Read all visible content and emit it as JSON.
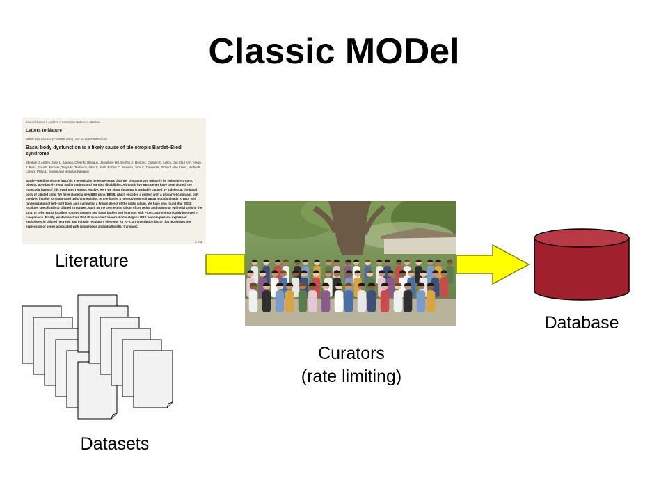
{
  "slide": {
    "title": "Classic MODel"
  },
  "labels": {
    "literature": "Literature",
    "datasets": "Datasets",
    "curators_line1": "Curators",
    "curators_line2": "(rate limiting)",
    "database": "Database"
  },
  "article": {
    "breadcrumbs": "Journal home > Archive > Letters to Nature > Abstract",
    "section": "Letters to Nature",
    "citation": "Nature 425, 628-633 (9 October 2003) | doi: 10.1038/nature02030",
    "title": "Basal body dysfunction is a likely cause of pleiotropic Bardet–Biedl syndrome",
    "authors": "Stephen J. Ansley, Jose L. Badano, Oliver E. Blacque, Josephine Hill, Bethan E. Hoskins, Carmen C. Leitch, Jun Chul Kim, Alison J. Ross, Erica R. Eichers, Tanya M. Teslovich, Allan K. Mah, Robert C. Johnsen, John C. Cavender, Richard Alan Lewis, Michel R. Leroux, Philip L. Beales and Nicholas Katsanis",
    "abstract": "Bardet–Biedl syndrome (BBS) is a genetically heterogeneous disorder characterized primarily by retinal dystrophy, obesity, polydactyly, renal malformations and learning disabilities. Although five BBS genes have been cloned, the molecular basis of this syndrome remains elusive. Here we show that BBS is probably caused by a defect at the basal body of ciliated cells. We have cloned a new BBS gene, BBS8, which encodes a protein with a prokaryotic domain, pilF, involved in pilus formation and twitching mobility. In one family, a homozygous null BBS8 mutation leads to BBS with randomization of left–right body axis symmetry, a known defect of the nodal cilium. We have also found that BBS8 localizes specifically to ciliated structures, such as the connecting cilium of the retina and columnar epithelial cells in the lung. In cells, BBS8 localizes to centrosomes and basal bodies and interacts with PCM1, a protein probably involved in ciliogenesis. Finally, we demonstrate that all available Caenorhabditis elegans BBS homologues are expressed exclusively in ciliated neurons, and contain regulatory elements for RFX, a transcription factor that modulates the expression of genes associated with ciliogenesis and intraflagellar transport.",
    "top_link": "▲ Top"
  },
  "colors": {
    "arrow_fill": "#ffff00",
    "arrow_stroke": "#808000",
    "db_fill": "#a0202e",
    "db_top": "#b83a46",
    "doc_fill": "#f2f2f2"
  }
}
